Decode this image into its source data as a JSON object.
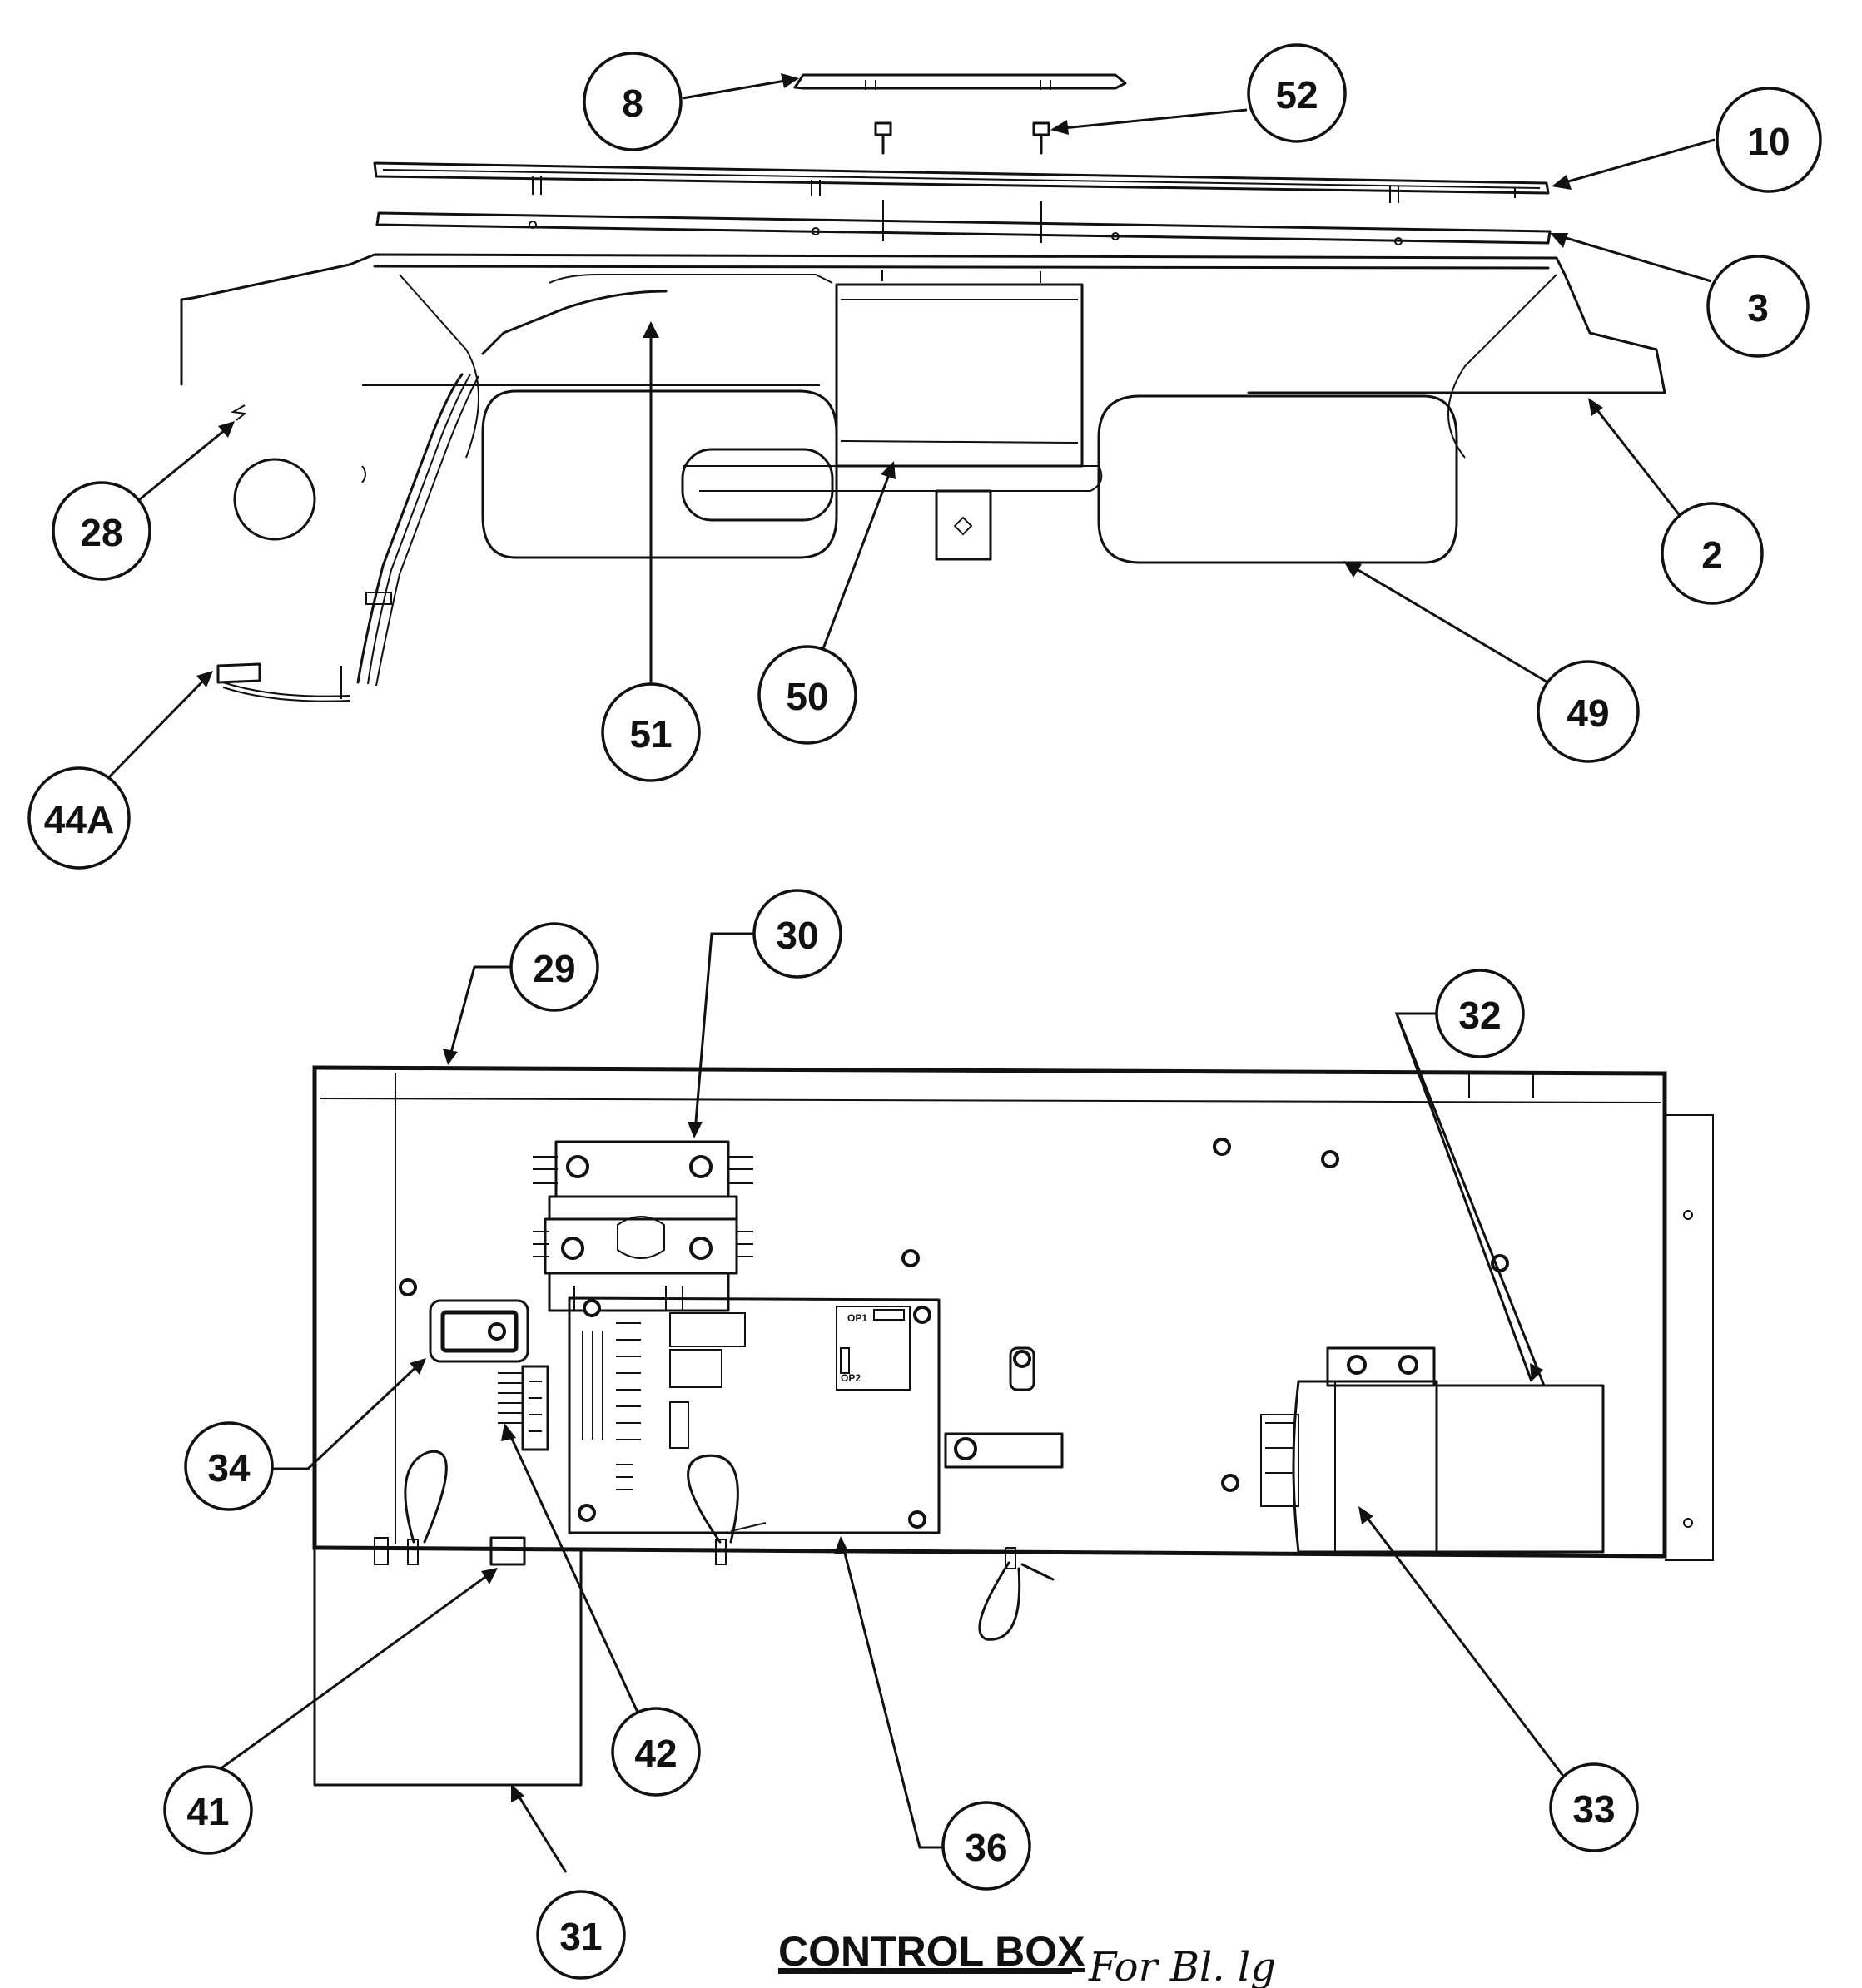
{
  "callouts": [
    {
      "id": "8",
      "label": "8"
    },
    {
      "id": "52",
      "label": "52"
    },
    {
      "id": "10",
      "label": "10"
    },
    {
      "id": "3",
      "label": "3"
    },
    {
      "id": "2",
      "label": "2"
    },
    {
      "id": "28",
      "label": "28"
    },
    {
      "id": "49",
      "label": "49"
    },
    {
      "id": "50",
      "label": "50"
    },
    {
      "id": "51",
      "label": "51"
    },
    {
      "id": "44A",
      "label": "44A"
    },
    {
      "id": "30",
      "label": "30"
    },
    {
      "id": "29",
      "label": "29"
    },
    {
      "id": "32",
      "label": "32"
    },
    {
      "id": "34",
      "label": "34"
    },
    {
      "id": "42",
      "label": "42"
    },
    {
      "id": "41",
      "label": "41"
    },
    {
      "id": "36",
      "label": "36"
    },
    {
      "id": "33",
      "label": "33"
    },
    {
      "id": "31",
      "label": "31"
    }
  ],
  "title": "CONTROL BOX",
  "handwritten_note": "For Bl. lg",
  "board_labels": {
    "op1": "OP1",
    "op2": "OP2"
  }
}
